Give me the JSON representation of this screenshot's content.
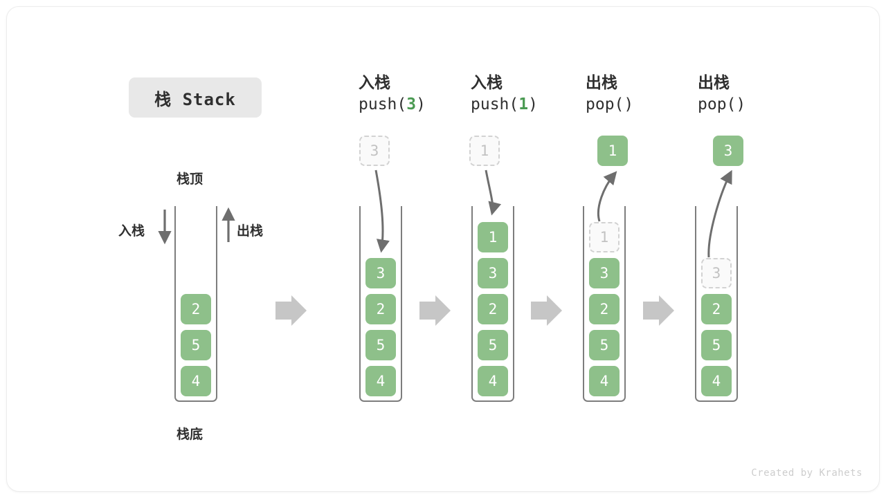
{
  "title": {
    "label": "栈 Stack"
  },
  "labels": {
    "top": "栈顶",
    "bottom": "栈底",
    "push": "入栈",
    "pop": "出栈"
  },
  "colors": {
    "element_green": "#8ec08a",
    "ghost_border": "#d2d2d2",
    "ghost_text": "#c2c2c2",
    "arrow_gray": "#6e6e6e",
    "block_arrow_gray": "#c6c6c6",
    "title_badge_bg": "#e8e8e8",
    "text_dark": "#2f2f2f",
    "code_arg_green": "#4a9a52"
  },
  "initial_stack": {
    "name": "stack-initial",
    "cells": [
      "2",
      "5",
      "4"
    ]
  },
  "steps": [
    {
      "name": "step-push-3",
      "header_cn": "入栈",
      "header_code_prefix": "push(",
      "header_code_arg": "3",
      "header_code_suffix": ")",
      "floating_cell": {
        "value": "3",
        "style": "ghost"
      },
      "arrow_direction": "down",
      "cells": [
        {
          "value": "3",
          "style": "solid"
        },
        {
          "value": "2",
          "style": "solid"
        },
        {
          "value": "5",
          "style": "solid"
        },
        {
          "value": "4",
          "style": "solid"
        }
      ]
    },
    {
      "name": "step-push-1",
      "header_cn": "入栈",
      "header_code_prefix": "push(",
      "header_code_arg": "1",
      "header_code_suffix": ")",
      "floating_cell": {
        "value": "1",
        "style": "ghost"
      },
      "arrow_direction": "down",
      "cells": [
        {
          "value": "1",
          "style": "solid"
        },
        {
          "value": "3",
          "style": "solid"
        },
        {
          "value": "2",
          "style": "solid"
        },
        {
          "value": "5",
          "style": "solid"
        },
        {
          "value": "4",
          "style": "solid"
        }
      ]
    },
    {
      "name": "step-pop-1",
      "header_cn": "出栈",
      "header_code_prefix": "pop(",
      "header_code_arg": "",
      "header_code_suffix": ")",
      "floating_cell": {
        "value": "1",
        "style": "solid"
      },
      "arrow_direction": "up",
      "cells": [
        {
          "value": "1",
          "style": "ghost"
        },
        {
          "value": "3",
          "style": "solid"
        },
        {
          "value": "2",
          "style": "solid"
        },
        {
          "value": "5",
          "style": "solid"
        },
        {
          "value": "4",
          "style": "solid"
        }
      ]
    },
    {
      "name": "step-pop-3",
      "header_cn": "出栈",
      "header_code_prefix": "pop(",
      "header_code_arg": "",
      "header_code_suffix": ")",
      "floating_cell": {
        "value": "3",
        "style": "solid"
      },
      "arrow_direction": "up",
      "cells": [
        {
          "value": "3",
          "style": "ghost"
        },
        {
          "value": "2",
          "style": "solid"
        },
        {
          "value": "5",
          "style": "solid"
        },
        {
          "value": "4",
          "style": "solid"
        }
      ]
    }
  ],
  "footer": {
    "credit": "Created by Krahets"
  }
}
